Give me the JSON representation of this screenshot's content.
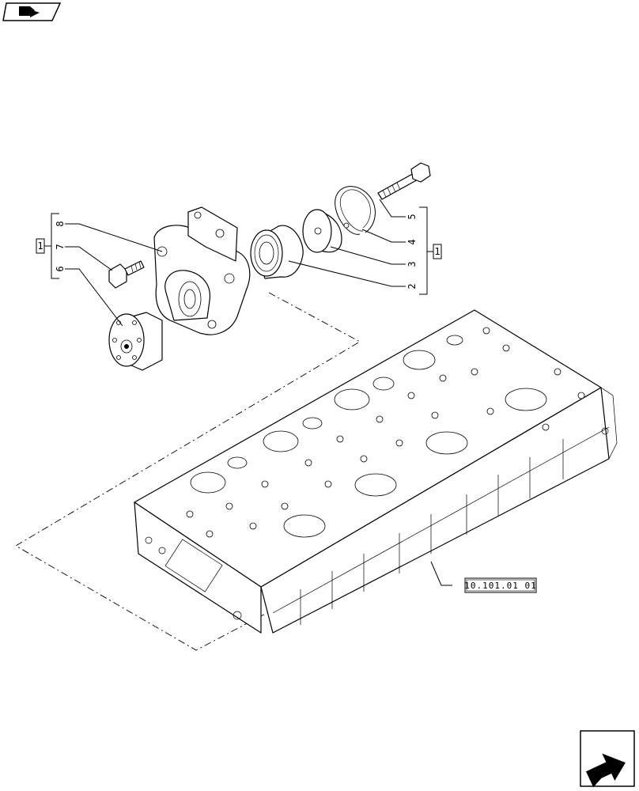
{
  "header": {
    "icon": "book-arrow-icon"
  },
  "callouts": [
    {
      "number": "8"
    },
    {
      "number": "7"
    },
    {
      "number": "6"
    },
    {
      "number": "5"
    },
    {
      "number": "4"
    },
    {
      "number": "3"
    },
    {
      "number": "2"
    }
  ],
  "group_brackets": {
    "left_marker": "1",
    "right_marker": "1"
  },
  "reference": {
    "label": "10.101.01 01"
  },
  "footer": {
    "icon": "next-page-arrow-icon"
  }
}
